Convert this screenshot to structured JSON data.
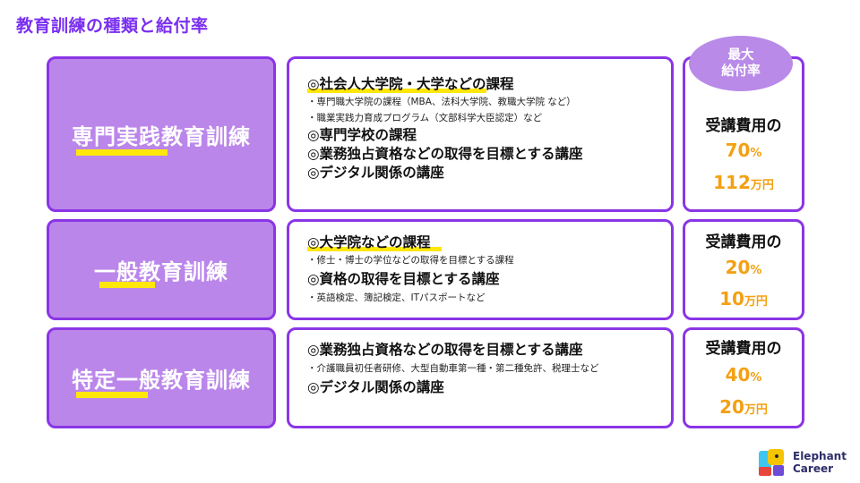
{
  "page": {
    "title": "教育訓練の種類と給付率"
  },
  "badge": {
    "line1": "最大",
    "line2": "給付率"
  },
  "rows": [
    {
      "name": "専門実践教育訓練",
      "items": [
        {
          "kind": "head",
          "text": "◎社会人大学院・大学などの課程"
        },
        {
          "kind": "sub",
          "text": "・専門職大学院の課程（MBA、法科大学院、教職大学院 など）"
        },
        {
          "kind": "sub",
          "text": "・職業実践力育成プログラム（文部科学大臣認定）など"
        },
        {
          "kind": "head",
          "text": "◎専門学校の課程"
        },
        {
          "kind": "head",
          "text": "◎業務独占資格などの取得を目標とする講座"
        },
        {
          "kind": "head",
          "text": "◎デジタル関係の講座"
        }
      ],
      "cost_label": "受講費用の",
      "rate": "70",
      "rate_unit": "%",
      "amount": "112",
      "amount_unit": "万円"
    },
    {
      "name": "一般教育訓練",
      "items": [
        {
          "kind": "head",
          "text": "◎大学院などの課程"
        },
        {
          "kind": "sub",
          "text": "・修士・博士の学位などの取得を目標とする課程"
        },
        {
          "kind": "head",
          "text": "◎資格の取得を目標とする講座"
        },
        {
          "kind": "sub",
          "text": "・英語検定、簿記検定、ITパスポートなど"
        }
      ],
      "cost_label": "受講費用の",
      "rate": "20",
      "rate_unit": "%",
      "amount": "10",
      "amount_unit": "万円"
    },
    {
      "name": "特定一般教育訓練",
      "items": [
        {
          "kind": "head",
          "text": "◎業務独占資格などの取得を目標とする講座"
        },
        {
          "kind": "sub",
          "text": "・介護職員初任者研修、大型自動車第一種・第二種免許、税理士など"
        },
        {
          "kind": "head",
          "text": "◎デジタル関係の講座"
        }
      ],
      "cost_label": "受講費用の",
      "rate": "40",
      "rate_unit": "%",
      "amount": "20",
      "amount_unit": "万円"
    }
  ],
  "logo": {
    "line1": "Elephant",
    "line2": "Career"
  }
}
